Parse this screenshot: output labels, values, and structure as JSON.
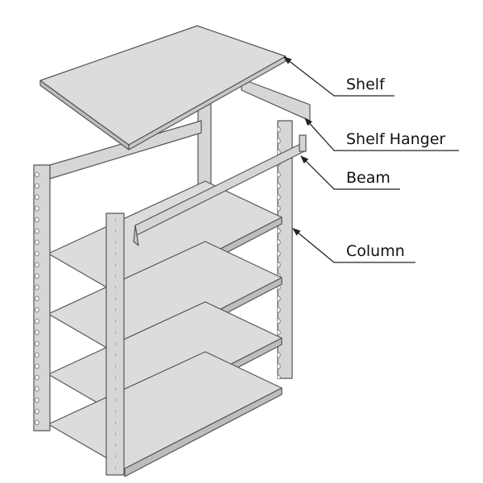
{
  "labels": {
    "shelf": "Shelf",
    "shelf_hanger": "Shelf Hanger",
    "beam": "Beam",
    "column": "Column"
  },
  "colors": {
    "metal": "#d6d6d6",
    "shelf": "#dcdcdc",
    "outline": "#555555"
  }
}
